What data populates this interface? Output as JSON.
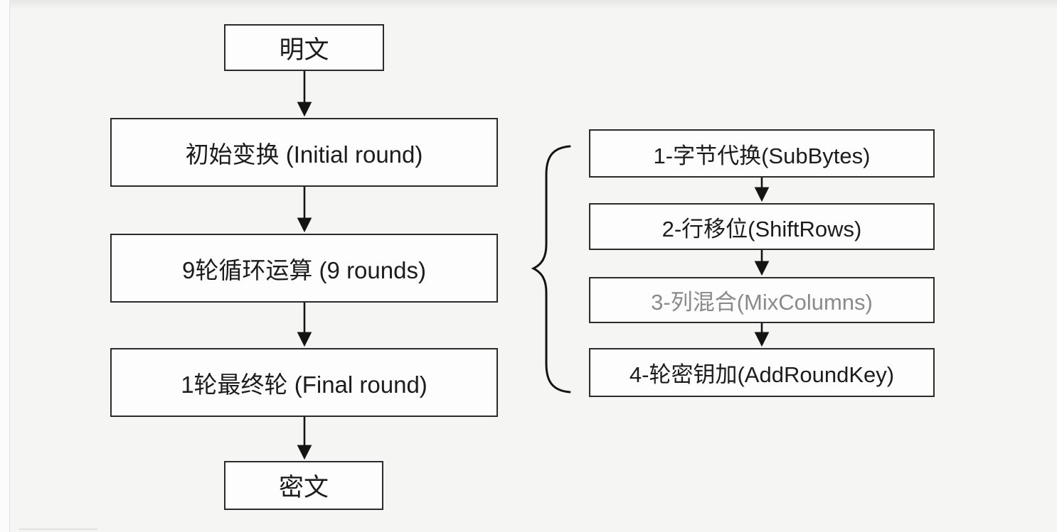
{
  "colors": {
    "background": "#f5f5f4",
    "box_fill": "#fdfdfd",
    "stroke": "#2b2b2b",
    "text": "#1c1c1c",
    "muted_text": "#8a8a8a"
  },
  "flow": {
    "nodes": [
      {
        "id": "plaintext",
        "label": "明文"
      },
      {
        "id": "initial-round",
        "label": "初始变换 (Initial round)"
      },
      {
        "id": "nine-rounds",
        "label": "9轮循环运算 (9 rounds)"
      },
      {
        "id": "final-round",
        "label": "1轮最终轮 (Final round)"
      },
      {
        "id": "ciphertext",
        "label": "密文"
      }
    ]
  },
  "round_steps": {
    "items": [
      {
        "id": "subbytes",
        "label": "1-字节代换(SubBytes)",
        "muted": false
      },
      {
        "id": "shiftrows",
        "label": "2-行移位(ShiftRows)",
        "muted": false
      },
      {
        "id": "mixcolumns",
        "label": "3-列混合(MixColumns)",
        "muted": true
      },
      {
        "id": "addroundkey",
        "label": "4-轮密钥加(AddRoundKey)",
        "muted": false
      }
    ]
  }
}
